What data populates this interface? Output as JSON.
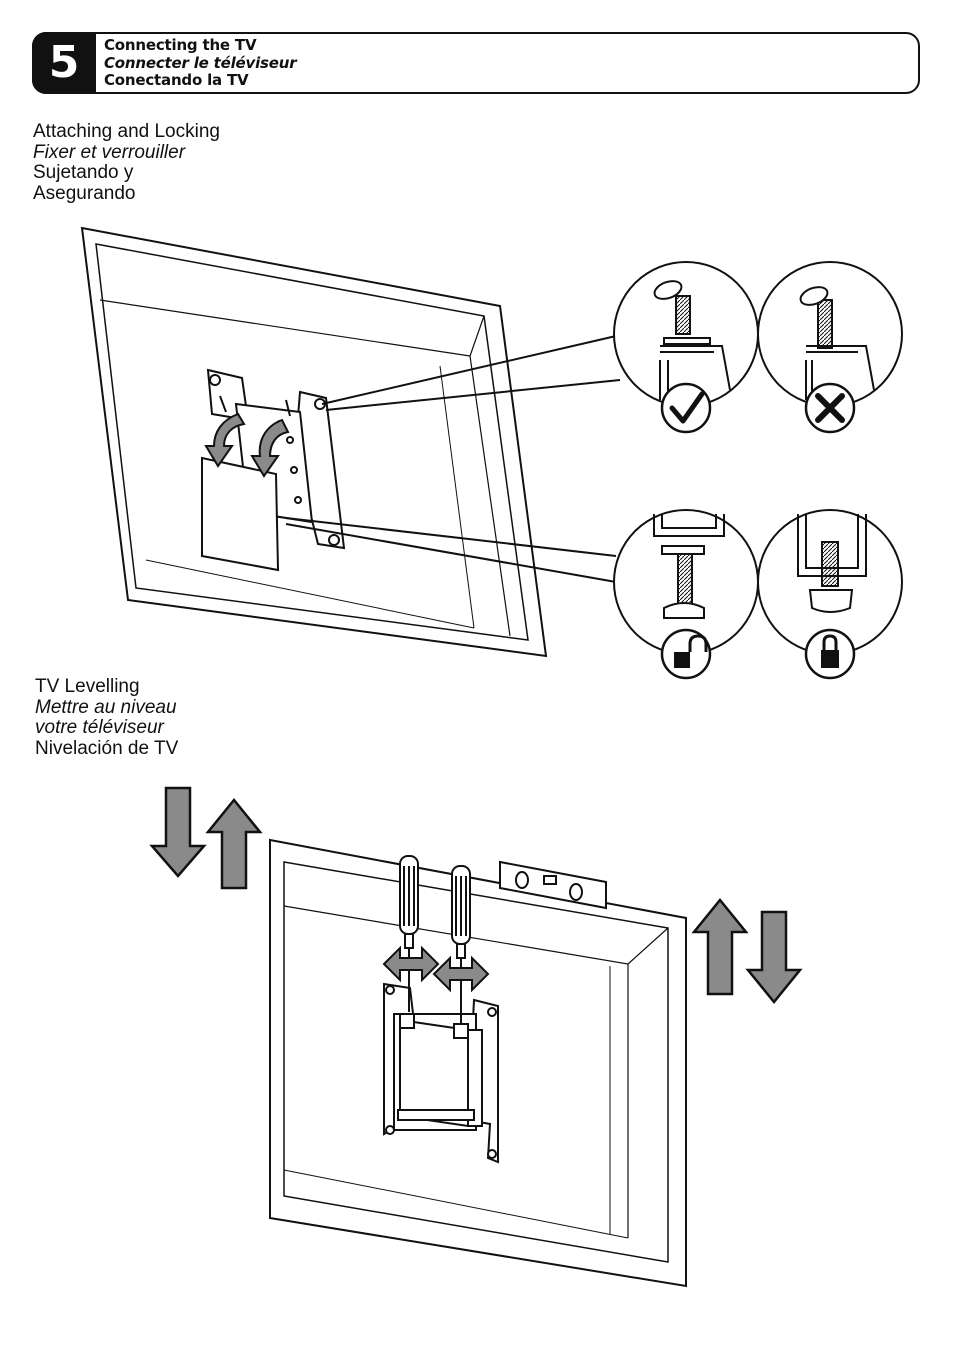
{
  "step": {
    "number": "5",
    "title_en": "Connecting the TV",
    "title_fr": "Connecter le téléviseur",
    "title_es": "Conectando la TV"
  },
  "attaching": {
    "line_en": "Attaching and Locking",
    "line_fr": "Fixer et verrouiller",
    "line_es_1": "Sujetando y",
    "line_es_2": "Asegurando"
  },
  "levelling": {
    "line_en": "TV Levelling",
    "line_fr_1": "Mettre au niveau",
    "line_fr_2": "votre téléviseur",
    "line_es": "Nivelación de TV"
  },
  "icons": {
    "correct": "check-icon",
    "incorrect": "cross-icon",
    "unlocked": "unlocked-padlock-icon",
    "locked": "locked-padlock-icon",
    "up_arrow": "arrow-up-icon",
    "down_arrow": "arrow-down-icon",
    "horizontal_arrow": "double-arrow-icon"
  },
  "colors": {
    "ink": "#111111",
    "arrow_fill": "#8a8a8a",
    "paper": "#ffffff"
  }
}
